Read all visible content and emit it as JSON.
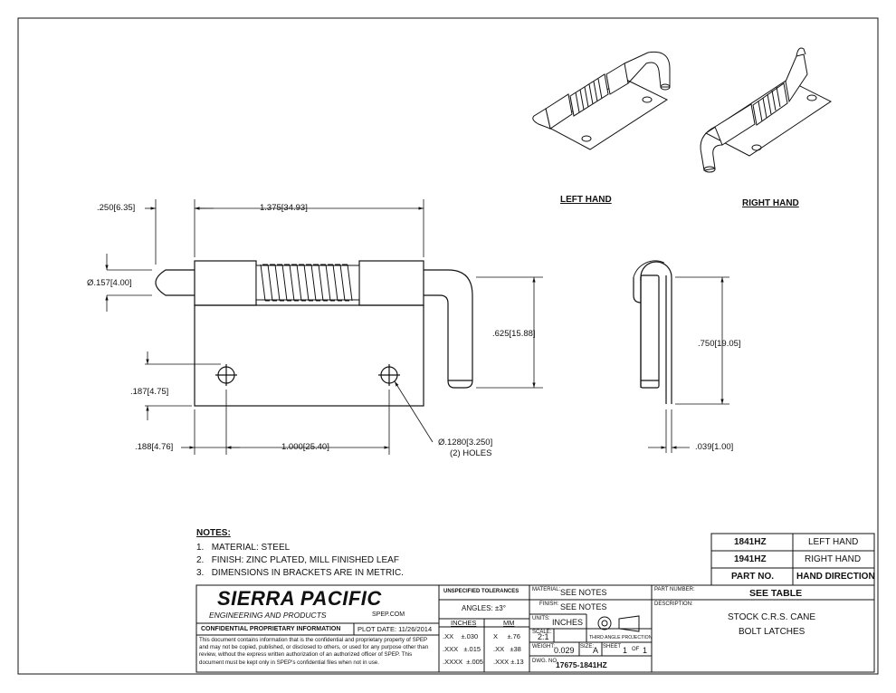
{
  "views": {
    "left_hand_label": "LEFT HAND",
    "right_hand_label": "RIGHT HAND"
  },
  "dimensions": {
    "d1": ".250",
    "d1m": "6.35",
    "d2": "1.375",
    "d2m": "34.93",
    "d3_prefix": "Ø.157",
    "d3m": "4.00",
    "d4": ".625",
    "d4m": "15.88",
    "d5": ".187",
    "d5m": "4.75",
    "d6": ".188",
    "d6m": "4.76",
    "d7": "1.000",
    "d7m": "25.40",
    "d8_prefix": "Ø.1280",
    "d8m": "3.250",
    "d8_note": "(2) HOLES",
    "d9": ".750",
    "d9m": "19.05",
    "d10": ".039",
    "d10m": "1.00"
  },
  "notes": {
    "title": "NOTES:",
    "items": [
      {
        "num": "1.",
        "text": "MATERIAL: STEEL"
      },
      {
        "num": "2.",
        "text": "FINISH: ZINC PLATED, MILL FINISHED LEAF"
      },
      {
        "num": "3.",
        "text": "DIMENSIONS IN BRACKETS ARE IN METRIC."
      }
    ]
  },
  "part_table": {
    "rows": [
      {
        "part": "1841HZ",
        "direction": "LEFT HAND"
      },
      {
        "part": "1941HZ",
        "direction": "RIGHT HAND"
      }
    ],
    "header_part": "PART NO.",
    "header_direction": "HAND DIRECTION"
  },
  "title_block": {
    "company": "SIERRA PACIFIC",
    "subtitle": "ENGINEERING AND PRODUCTS",
    "website": "SPEP.COM",
    "confidential_title": "CONFIDENTIAL PROPRIETARY INFORMATION",
    "plot_date": "PLOT DATE: 11/26/2014",
    "confidential_text": "This document contains information that is the confidential and proprietary property of SPEP and may not be copied, published, or disclosed to others, or used for any purpose other than review, without the express written authorization of an authorized officer of SPEP. This document must be kept only in SPEP's confidential files when not in use.",
    "tolerances_title": "UNSPECIFIED TOLERANCES",
    "angles": "ANGLES: ±3°",
    "inches_head": "INCHES",
    "mm_head": "MM",
    "tol_inches": [
      {
        "fmt": ".XX",
        "val": "±.030"
      },
      {
        "fmt": ".XXX",
        "val": "±.015"
      },
      {
        "fmt": ".XXXX",
        "val": "±.005"
      }
    ],
    "tol_mm": [
      {
        "fmt": "X",
        "val": "±.76"
      },
      {
        "fmt": ".XX",
        "val": "±38"
      },
      {
        "fmt": ".XXX",
        "val": "±.13"
      }
    ],
    "material_label": "MATERIAL:",
    "material": "SEE NOTES",
    "finish_label": "FINISH:",
    "finish": "SEE NOTES",
    "units_label": "UNITS:",
    "units": "INCHES",
    "scale_label": "SCALE:",
    "scale": "2:1",
    "projection": "THIRD ANGLE PROJECTION",
    "weight_label": "WEIGHT:",
    "weight": "0.029",
    "size_label": "SIZE:",
    "size": "A",
    "sheet_label": "SHEET",
    "sheet": "1",
    "of_label": "OF",
    "sheets": "1",
    "dwg_label": "DWG. NO.",
    "dwg": "17675-1841HZ",
    "part_number_label": "PART NUMBER:",
    "part_number": "SEE TABLE",
    "description_label": "DESCRIPTION:",
    "description_line1": "STOCK C.R.S. CANE",
    "description_line2": "BOLT LATCHES"
  }
}
